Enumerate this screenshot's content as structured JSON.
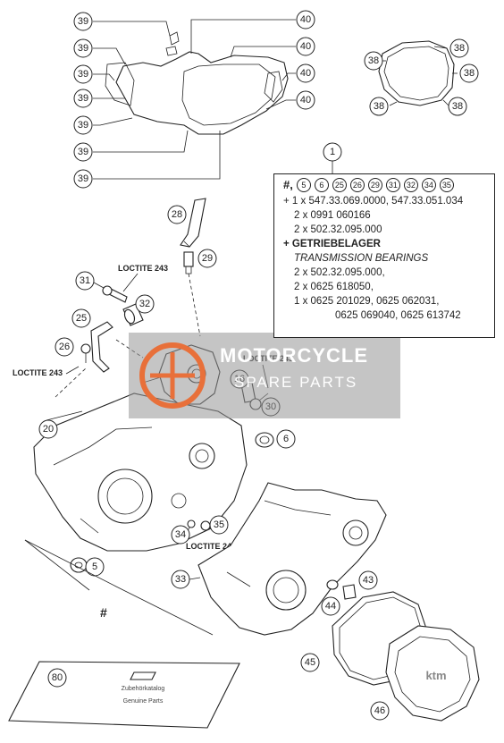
{
  "callouts": {
    "c39": "39",
    "c40": "40",
    "c38": "38",
    "c1": "1",
    "c28": "28",
    "c29": "29",
    "c31": "31",
    "c32": "32",
    "c25": "25",
    "c26": "26",
    "c16": "16",
    "c30": "30",
    "c20": "20",
    "c6": "6",
    "c5": "5",
    "c34": "34",
    "c35": "35",
    "c33": "33",
    "c43": "43",
    "c44": "44",
    "c45": "45",
    "c46": "46",
    "c80": "80"
  },
  "loctite_label": "LOCTITE 243",
  "hash_symbol": "#",
  "info_box": {
    "head_hash": "#,",
    "head_numbers": [
      "5",
      "6",
      "25",
      "26",
      "29",
      "31",
      "32",
      "34",
      "35"
    ],
    "line1": "+ 1 x 547.33.069.0000, 547.33.051.034",
    "line2": "2 x 0991 060166",
    "line3": "2 x 502.32.095.000",
    "line4": "+ GETRIEBELAGER",
    "line5": "TRANSMISSION BEARINGS",
    "line6": "2 x 502.32.095.000,",
    "line7": "2 x 0625 618050,",
    "line8": "1 x 0625 201029, 0625 062031,",
    "line9": "0625 069040, 0625 613742"
  },
  "watermark": {
    "line1": "MOTORCYCLE",
    "line2": "SPARE PARTS"
  },
  "booklet": {
    "line1": "Zubehörkatalog",
    "line2": "Genuine Parts"
  }
}
